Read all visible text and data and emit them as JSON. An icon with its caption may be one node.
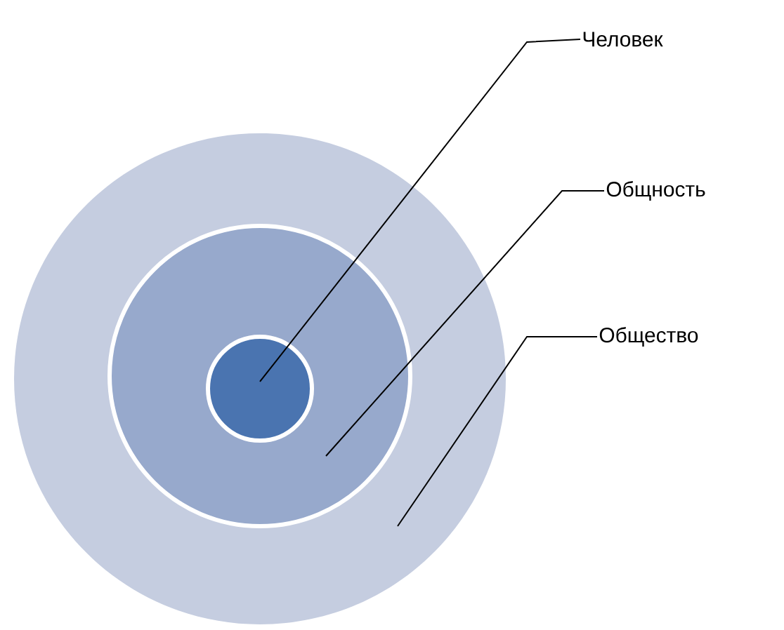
{
  "diagram": {
    "nodes": [
      {
        "text": [],
        "shape": "circle"
      },
      {
        "text": [],
        "shape": "circle",
        "in": 0
      },
      {
        "text": [],
        "shape": "circle",
        "in": 1
      },
      {
        "text": [
          "Человек"
        ]
      },
      {
        "text": [
          "Общность"
        ]
      },
      {
        "text": [
          "Общество"
        ]
      }
    ],
    "edges": [
      {
        "from": 3,
        "to": 2,
        "arrow": "none"
      },
      {
        "from": 4,
        "to": 1,
        "arrow": "none"
      },
      {
        "from": 5,
        "to": 0,
        "arrow": "none"
      }
    ]
  }
}
